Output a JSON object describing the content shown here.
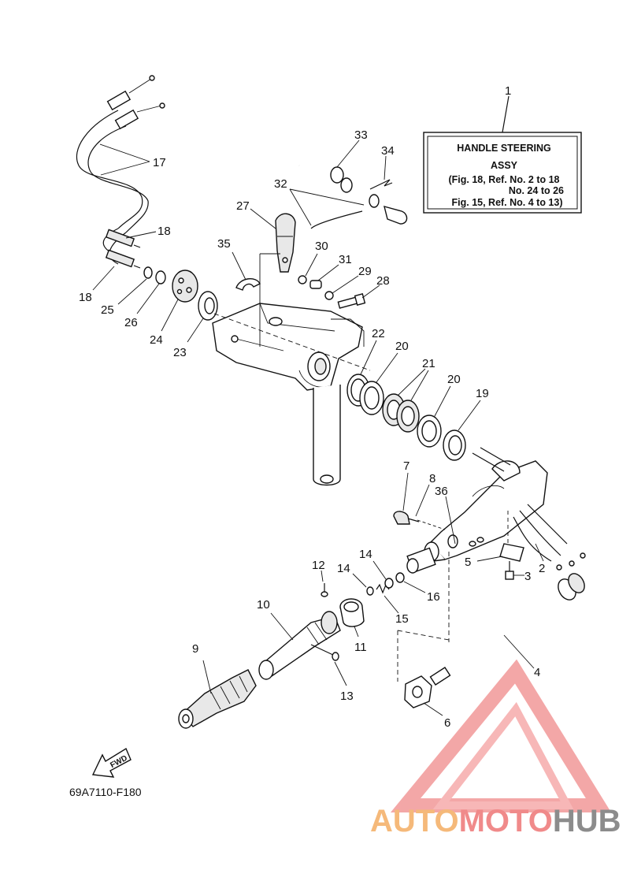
{
  "info_box": {
    "ref": "1",
    "line1": "HANDLE  STEERING",
    "line2": "ASSY",
    "line3": "(Fig. 18, Ref. No. 2 to 18",
    "line4": "No. 24 to 26",
    "line5": "Fig. 15, Ref. No. 4 to 13)"
  },
  "callouts": [
    {
      "id": "c1",
      "text": "1"
    },
    {
      "id": "c2",
      "text": "2"
    },
    {
      "id": "c3",
      "text": "3"
    },
    {
      "id": "c4",
      "text": "4"
    },
    {
      "id": "c5",
      "text": "5"
    },
    {
      "id": "c6",
      "text": "6"
    },
    {
      "id": "c7",
      "text": "7"
    },
    {
      "id": "c8",
      "text": "8"
    },
    {
      "id": "c9",
      "text": "9"
    },
    {
      "id": "c10",
      "text": "10"
    },
    {
      "id": "c11",
      "text": "11"
    },
    {
      "id": "c12",
      "text": "12"
    },
    {
      "id": "c13",
      "text": "13"
    },
    {
      "id": "c14a",
      "text": "14"
    },
    {
      "id": "c14b",
      "text": "14"
    },
    {
      "id": "c15",
      "text": "15"
    },
    {
      "id": "c16",
      "text": "16"
    },
    {
      "id": "c17",
      "text": "17"
    },
    {
      "id": "c18a",
      "text": "18"
    },
    {
      "id": "c18b",
      "text": "18"
    },
    {
      "id": "c19",
      "text": "19"
    },
    {
      "id": "c20a",
      "text": "20"
    },
    {
      "id": "c20b",
      "text": "20"
    },
    {
      "id": "c21",
      "text": "21"
    },
    {
      "id": "c22",
      "text": "22"
    },
    {
      "id": "c23",
      "text": "23"
    },
    {
      "id": "c24",
      "text": "24"
    },
    {
      "id": "c25",
      "text": "25"
    },
    {
      "id": "c26",
      "text": "26"
    },
    {
      "id": "c27",
      "text": "27"
    },
    {
      "id": "c28",
      "text": "28"
    },
    {
      "id": "c29",
      "text": "29"
    },
    {
      "id": "c30",
      "text": "30"
    },
    {
      "id": "c31",
      "text": "31"
    },
    {
      "id": "c32",
      "text": "32"
    },
    {
      "id": "c33",
      "text": "33"
    },
    {
      "id": "c34",
      "text": "34"
    },
    {
      "id": "c35",
      "text": "35"
    },
    {
      "id": "c36",
      "text": "36"
    }
  ],
  "fwd_label": "FWD",
  "figure_code": "69A7110-F180",
  "watermark": {
    "part1": "AUTO",
    "part2": "MOTO",
    "part3": "HUB",
    "color1": "#f5b97a",
    "color2": "#f08a8a",
    "color3": "#8c8c8c"
  }
}
